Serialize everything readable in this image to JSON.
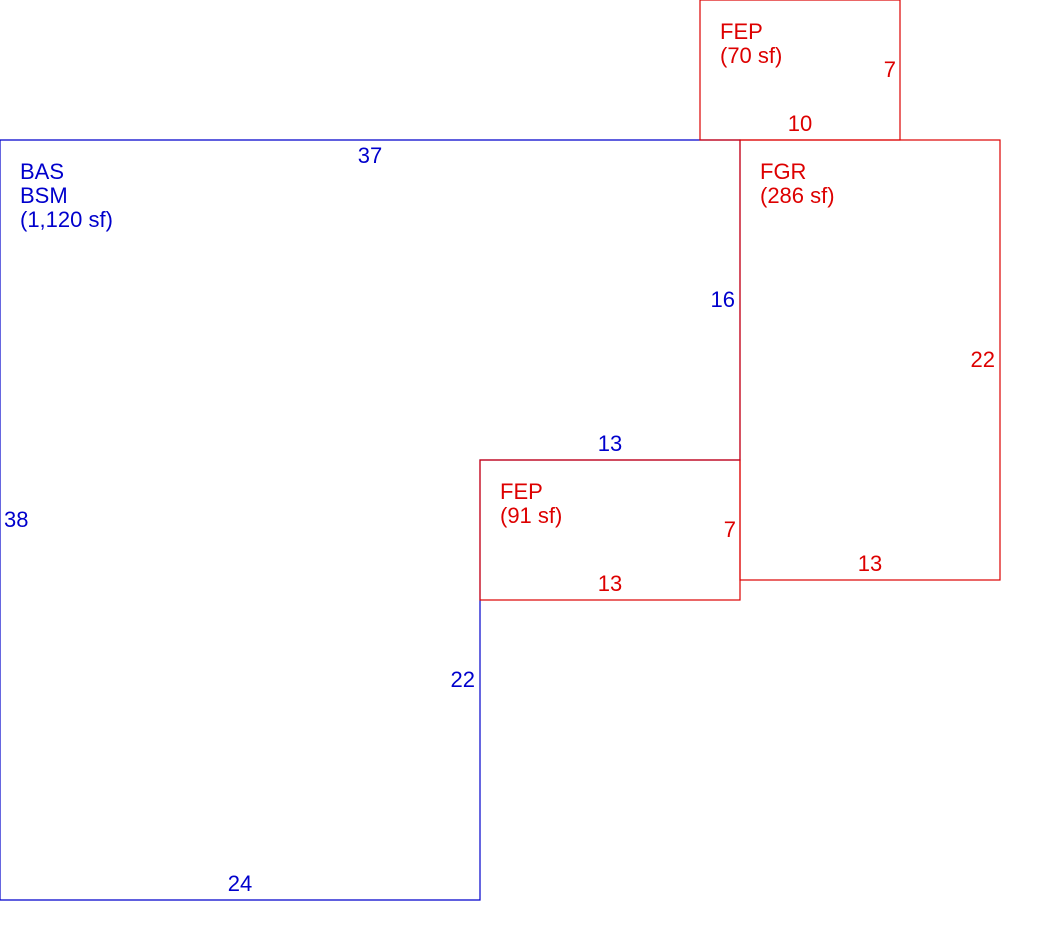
{
  "colors": {
    "living_area": "#0000cc",
    "other_area": "#dd0000"
  },
  "areas": {
    "main": {
      "code1": "BAS",
      "code2": "BSM",
      "area": "(1,120 sf)",
      "dims": {
        "top": "37",
        "left": "38",
        "right_upper": "16",
        "notch_top": "13",
        "right_lower": "22",
        "bottom": "24"
      }
    },
    "porch_top": {
      "code": "FEP",
      "area": "(70 sf)",
      "dims": {
        "right": "7",
        "bottom": "10"
      }
    },
    "garage": {
      "code": "FGR",
      "area": "(286 sf)",
      "dims": {
        "right": "22",
        "bottom": "13"
      }
    },
    "porch_mid": {
      "code": "FEP",
      "area": "(91 sf)",
      "dims": {
        "right": "7",
        "bottom": "13"
      }
    }
  }
}
